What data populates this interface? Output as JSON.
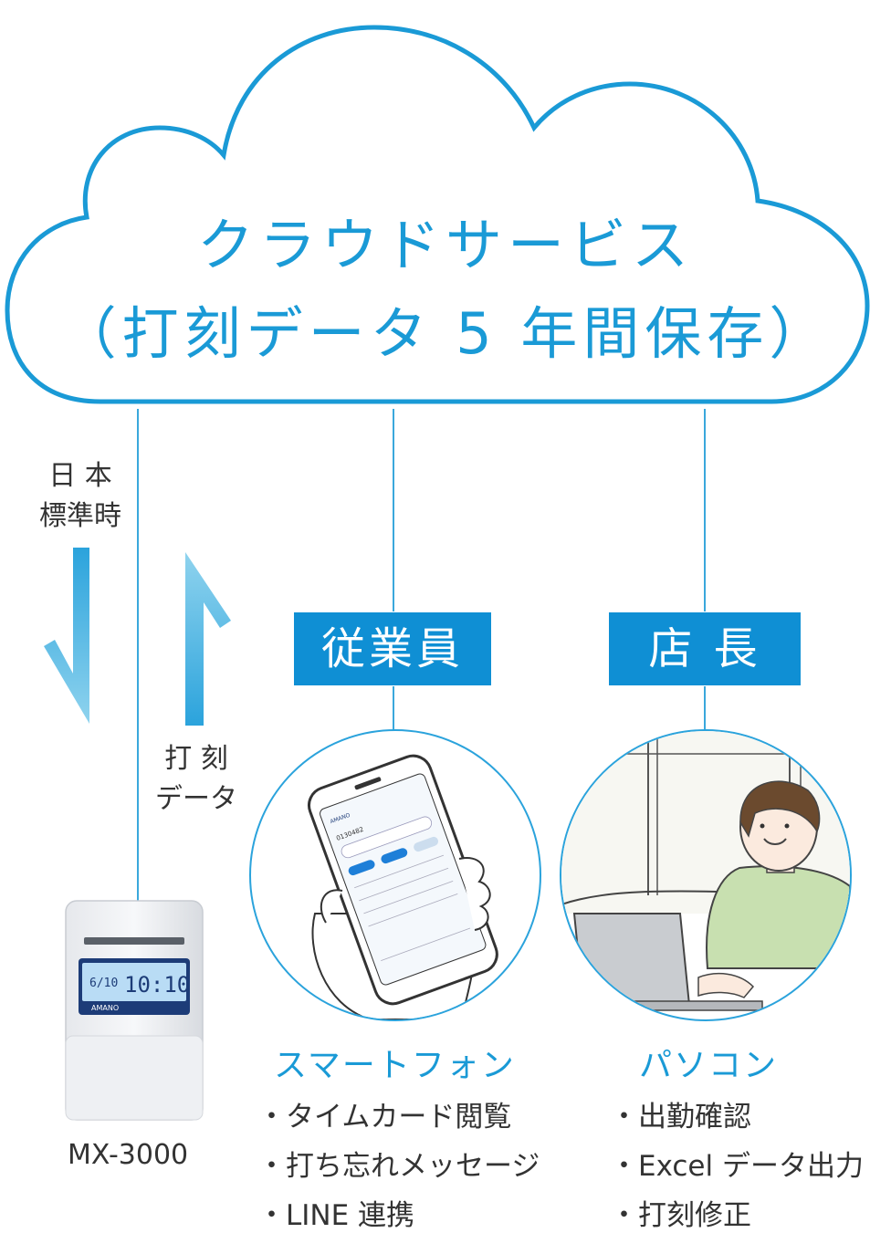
{
  "cloud": {
    "line1": "クラウドサービス",
    "line2": "（打刻データ 5 年間保存）"
  },
  "left_labels": {
    "time_line1": "日 本",
    "time_line2": "標準時",
    "punch_line1": "打 刻",
    "punch_line2": "データ"
  },
  "roles": {
    "employee": "従業員",
    "manager": "店 長"
  },
  "device": {
    "model": "MX-3000",
    "brand": "AMANO",
    "screen_date": "6/10",
    "screen_time": "10:10"
  },
  "smartphone": {
    "title": "スマートフォン",
    "features": [
      "・タイムカード閲覧",
      "・打ち忘れメッセージ",
      "・LINE 連携"
    ],
    "app_number": "0130482"
  },
  "pc": {
    "title": "パソコン",
    "features": [
      "・出勤確認",
      "・Excel データ出力",
      "・打刻修正"
    ]
  },
  "colors": {
    "accent": "#0f8fd4",
    "line": "#3aa8dc",
    "arrow": "#5fbde0"
  }
}
